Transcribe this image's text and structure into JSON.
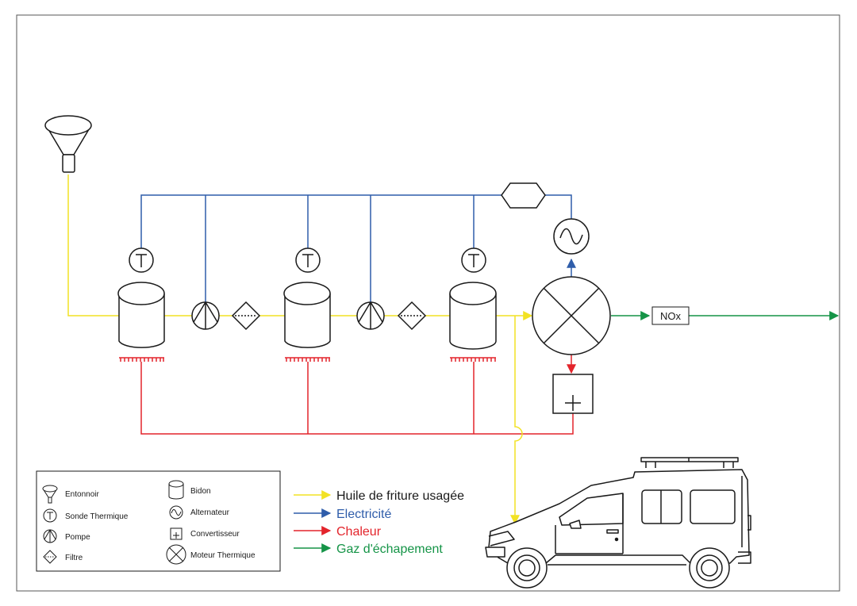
{
  "tags": {
    "nox": "NOx"
  },
  "legend_symbols": [
    {
      "icon": "funnel-icon",
      "label": "Entonnoir"
    },
    {
      "icon": "temperature-probe-icon",
      "label": "Sonde Thermique"
    },
    {
      "icon": "pump-icon",
      "label": "Pompe"
    },
    {
      "icon": "filter-icon",
      "label": "Filtre"
    },
    {
      "icon": "canister-icon",
      "label": "Bidon"
    },
    {
      "icon": "alternator-icon",
      "label": "Alternateur"
    },
    {
      "icon": "converter-icon",
      "label": "Convertisseur"
    },
    {
      "icon": "engine-icon",
      "label": "Moteur Thermique"
    }
  ],
  "legend_flows": [
    {
      "label": "Huile de friture usagée",
      "color": "#f2e224",
      "text_color": "#1a1a1a"
    },
    {
      "label": "Electricité",
      "color": "#2f5daa",
      "text_color": "#2f5daa"
    },
    {
      "label": "Chaleur",
      "color": "#e3242b",
      "text_color": "#e3242b"
    },
    {
      "label": "Gaz d'échapement",
      "color": "#159447",
      "text_color": "#159447"
    }
  ],
  "colors": {
    "oil": "#f2e224",
    "electricity": "#2f5daa",
    "heat": "#e3242b",
    "exhaust": "#159447",
    "stroke": "#1a1a1a"
  }
}
